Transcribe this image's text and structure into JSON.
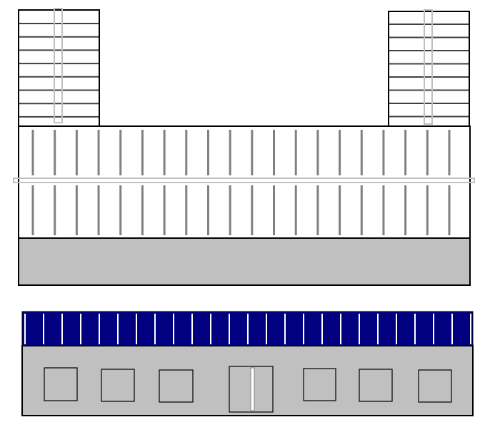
{
  "colors": {
    "background": "#ffffff",
    "outline": "#000000",
    "fill_grey": "#c0c0c0",
    "roof_blue": "#000080",
    "rod_grey": "#808080",
    "rail_grey": "#c0c0c0",
    "stair_tread": "#404040",
    "rib_white": "#ffffff",
    "door_grey": "#808080"
  },
  "upper_structure": {
    "towers": [
      "left-tower",
      "right-tower"
    ],
    "tower_step_count": 9,
    "cage_rod_count": 20
  },
  "lower_structure": {
    "roof_rib_count": 25,
    "windows": [
      "window-1",
      "window-2",
      "window-3",
      "window-4",
      "window-5",
      "window-6"
    ],
    "door": "door"
  }
}
